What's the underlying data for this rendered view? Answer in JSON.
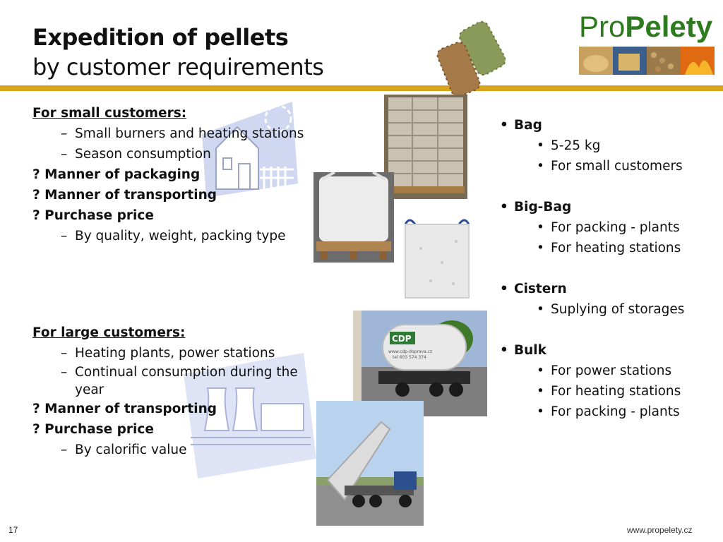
{
  "slide": {
    "title_line1": "Expedition of pellets",
    "title_line2": "by customer requirements",
    "page_number": "17",
    "website": "www.propelety.cz"
  },
  "logo": {
    "part1": "Pro",
    "part2": "Pelety"
  },
  "left": {
    "small": {
      "header": "For small customers:",
      "subs": [
        "Small burners and heating stations",
        "Season consumption"
      ],
      "q1": "? Manner of packaging",
      "q2": "? Manner of transporting",
      "q3": "? Purchase price",
      "price_sub": "By quality, weight, packing type"
    },
    "large": {
      "header": "For large customers:",
      "subs": [
        "Heating plants, power stations",
        "Continual consumption during the year"
      ],
      "q1": "? Manner of transporting",
      "q2": "? Purchase price",
      "price_sub": "By calorific value"
    }
  },
  "right": [
    {
      "label": "Bag",
      "items": [
        "5-25 kg",
        "For small customers"
      ]
    },
    {
      "label": "Big-Bag",
      "items": [
        "For packing - plants",
        "For heating stations"
      ]
    },
    {
      "label": "Cistern",
      "items": [
        "Suplying of storages"
      ]
    },
    {
      "label": "Bulk",
      "items": [
        "For power stations",
        "For heating stations",
        "For packing - plants"
      ]
    }
  ],
  "truck_text": {
    "brand": "CDP",
    "line1": "www.cdp-doprava.cz",
    "line2": "tel 603 574 374"
  },
  "colors": {
    "accent_bar": "#d9a31a",
    "logo_green": "#2e7a1e",
    "illustration_blue": "#c9d2ee"
  }
}
